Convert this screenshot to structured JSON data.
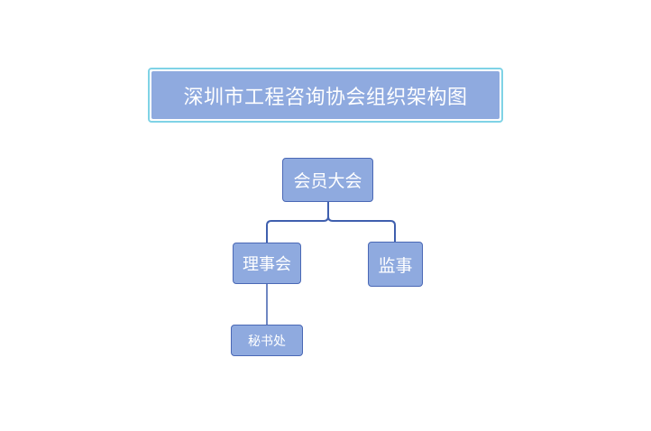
{
  "diagram": {
    "title": "深圳市工程咨询协会组织架构图",
    "nodes": {
      "assembly": "会员大会",
      "council": "理事会",
      "supervisor": "监事",
      "secretariat": "秘书处"
    },
    "edges": [
      {
        "from": "会员大会",
        "to": "理事会"
      },
      {
        "from": "会员大会",
        "to": "监事"
      },
      {
        "from": "理事会",
        "to": "秘书处"
      }
    ],
    "colors": {
      "node_fill": "#8faadf",
      "node_border": "#4a68b5",
      "title_border": "#7fd3e6",
      "connector": "#3f5fae",
      "text": "#ffffff"
    }
  }
}
